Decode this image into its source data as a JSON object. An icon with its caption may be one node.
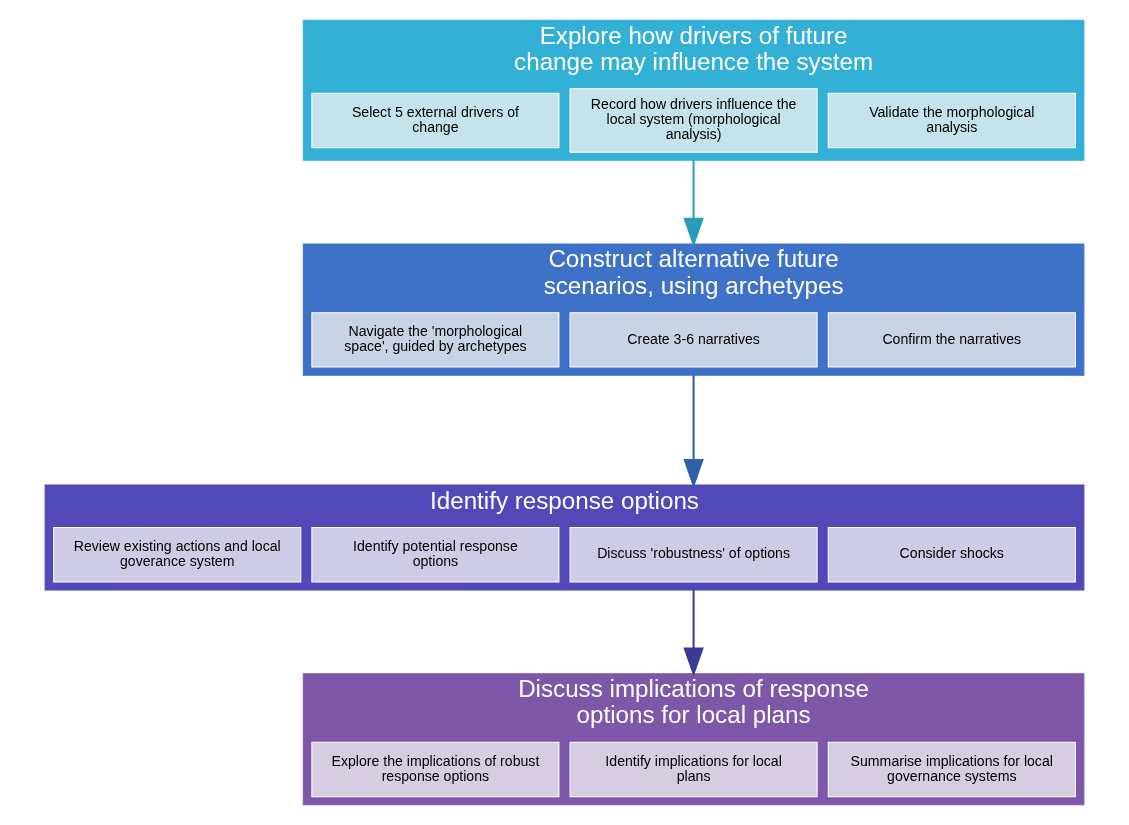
{
  "diagram": {
    "nodes": [
      {
        "text": [
          "Explore how drivers of future change may influence the system"
        ]
      },
      {
        "text": [
          "Select 5 external drivers of change"
        ],
        "in": 0
      },
      {
        "text": [
          "Record how drivers influence the local system (morphological analysis)"
        ],
        "in": 0
      },
      {
        "text": [
          "Validate the morphological analysis"
        ],
        "in": 0
      },
      {
        "text": [
          "Construct alternative future scenarios, using archetypes"
        ]
      },
      {
        "text": [
          "Navigate the 'morphological space', guided by archetypes"
        ],
        "in": 4
      },
      {
        "text": [
          "Create 3-6 narratives"
        ],
        "in": 4
      },
      {
        "text": [
          "Confirm the narratives"
        ],
        "in": 4
      },
      {
        "text": [
          "Identify response options"
        ]
      },
      {
        "text": [
          "Review existing actions and local goverance system"
        ],
        "in": 8
      },
      {
        "text": [
          "Identify potential response options"
        ],
        "in": 8
      },
      {
        "text": [
          "Discuss 'robustness' of options"
        ],
        "in": 8
      },
      {
        "text": [
          "Consider shocks"
        ],
        "in": 8
      },
      {
        "text": [
          "Discuss implications of response options for local plans"
        ]
      },
      {
        "text": [
          "Explore the implications of robust response options"
        ],
        "in": 13
      },
      {
        "text": [
          "Identify implications for local plans"
        ],
        "in": 13
      },
      {
        "text": [
          "Summarise implications for local governance systems"
        ],
        "in": 13
      }
    ],
    "edges": [
      {
        "from": 0,
        "to": 4,
        "arrow": "to",
        "color": "#2a9bb8"
      },
      {
        "from": 4,
        "to": 8,
        "arrow": "to",
        "color": "#2f5fa8"
      },
      {
        "from": 8,
        "to": 13,
        "arrow": "to",
        "color": "#3b3a95"
      }
    ]
  }
}
